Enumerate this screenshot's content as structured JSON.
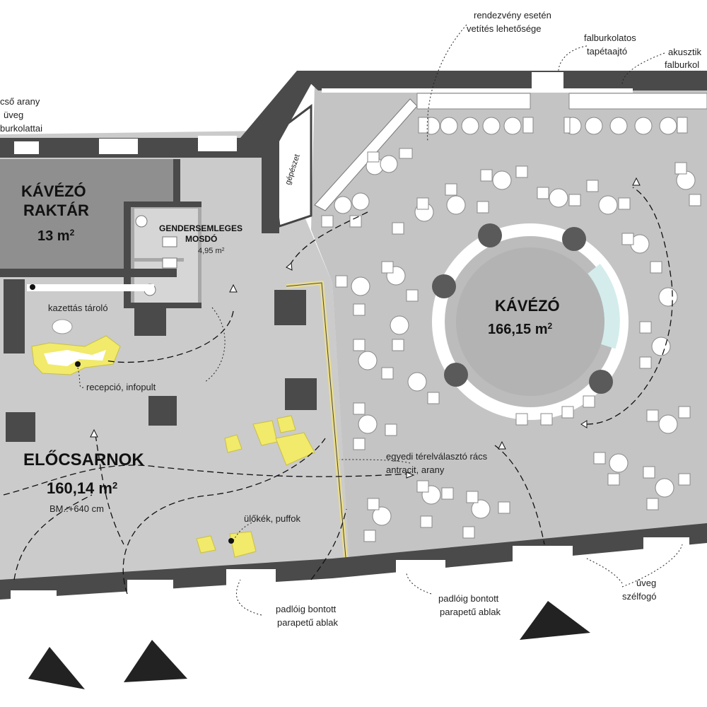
{
  "rooms": {
    "storage": {
      "name_line1": "KÁVÉZÓ",
      "name_line2": "RAKTÁR",
      "area": "13 m",
      "area_sup": "2"
    },
    "restroom": {
      "name_line1": "GENDERSEMLEGES",
      "name_line2": "MOSDÓ",
      "area": "4,95 m",
      "area_sup": "2"
    },
    "lobby": {
      "name": "ELŐCSARNOK",
      "area": "160,14 m",
      "area_sup": "2",
      "level": "BM.:+640 cm"
    },
    "cafe": {
      "name": "KÁVÉZÓ",
      "area": "166,15 m",
      "area_sup": "2"
    },
    "machinery": {
      "name": "gépészet"
    }
  },
  "annotations": {
    "top_left": [
      "cső arany",
      "üveg",
      "burkolattai"
    ],
    "projection": [
      "rendezvény esetén",
      "vetítés lehetősége"
    ],
    "wall_door": [
      "falburkolatos",
      "tapétaajtó"
    ],
    "acoustic": [
      "akusztik",
      "falburkol"
    ],
    "cassette": "kazettás tároló",
    "reception": "recepció, infopult",
    "seating": "ülőkék, puffok",
    "divider": [
      "egyedi térelválasztó rács",
      "antracit, arany"
    ],
    "windows_left": [
      "padlóig bontott",
      "parapetű ablak"
    ],
    "windows_right": [
      "padlóig bontott",
      "parapetű ablak"
    ],
    "windbreak": [
      "üveg",
      "szélfogó"
    ]
  },
  "colors": {
    "wall": "#4a4a4a",
    "floor": "#c9c9c9",
    "storage_floor": "#8f8f8f",
    "furniture_yellow": "#f1ea6b",
    "accent_blue": "#d4ecec",
    "column": "#5a5a5a"
  }
}
